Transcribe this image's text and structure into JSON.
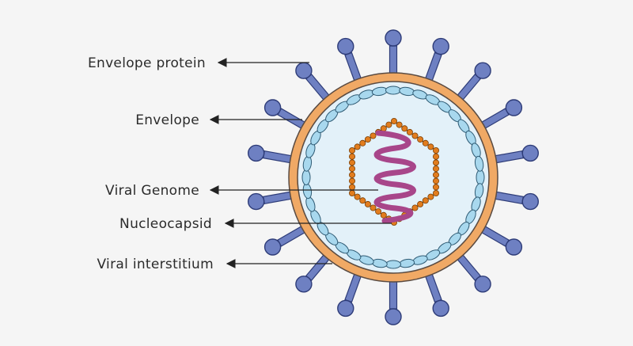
{
  "diagram": {
    "labels": {
      "envelope_protein": "Envelope protein",
      "envelope": "Envelope",
      "viral_genome": "Viral Genome",
      "nucleocapsid": "Nucleocapsid",
      "viral_interstitium": "Viral interstitium"
    },
    "colors": {
      "background": "#f5f5f5",
      "spike_fill": "#6e80c2",
      "spike_stroke": "#2e3c78",
      "envelope_ring": "#f0a965",
      "envelope_outline": "#5a4b42",
      "matrix_fill": "#e3f1f9",
      "matrix_bead": "#a8d8ee",
      "capsid_bead": "#e27d1e",
      "genome": "#a8468a",
      "leader": "#222222"
    }
  }
}
